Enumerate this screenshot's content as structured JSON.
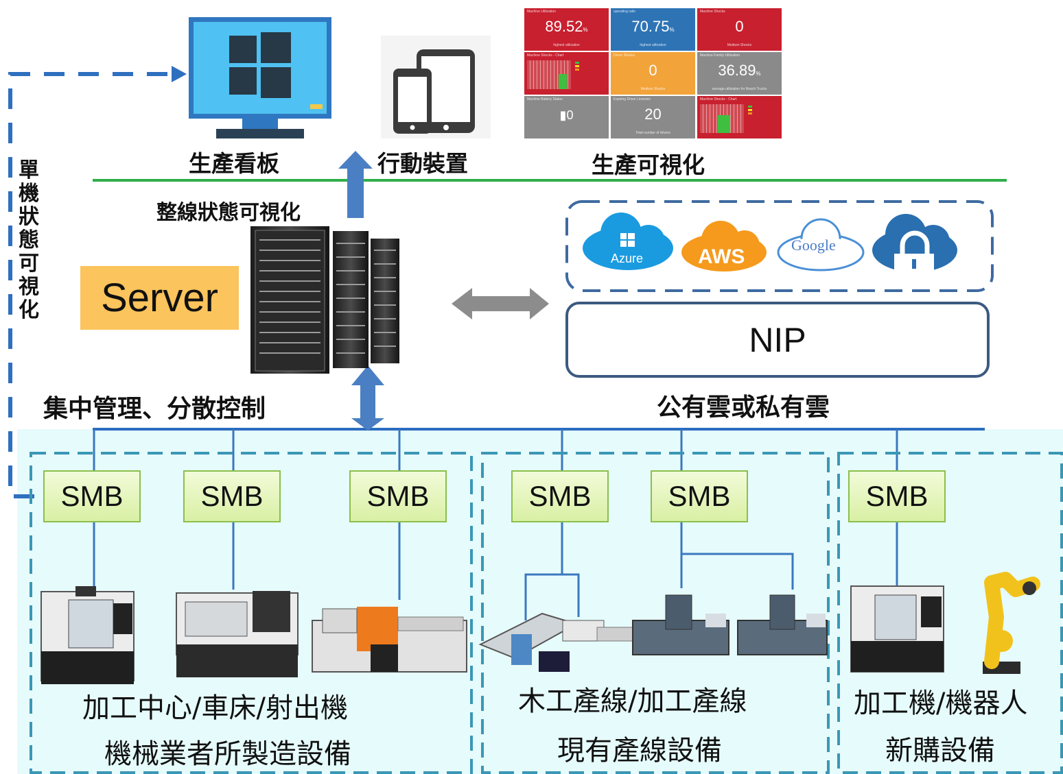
{
  "top": {
    "dashboard_board_label": "生產看板",
    "mobile_label": "行動裝置",
    "visualization_label": "生產可視化",
    "line_status_label": "整線狀態可視化"
  },
  "left_vertical_label": [
    "單",
    "機",
    "狀",
    "態",
    "可",
    "視",
    "化"
  ],
  "server": {
    "label": "Server",
    "central_label": "集中管理、分散控制"
  },
  "cloud": {
    "logos": [
      "Azure",
      "AWS",
      "Google"
    ],
    "nip_label": "NIP",
    "caption": "公有雲或私有雲"
  },
  "dashboard_tiles": [
    {
      "title": "Machine Utilization",
      "value": "89.52",
      "unit": "%",
      "sub": "highest utilization",
      "color": "#c8202f"
    },
    {
      "title": "operating ratio",
      "value": "70.75",
      "unit": "%",
      "sub": "highest utilization",
      "color": "#2e74b5"
    },
    {
      "title": "Machine Shocks",
      "value": "0",
      "unit": "",
      "sub": "Medium Shocks",
      "color": "#c8202f"
    },
    {
      "title": "Machine Shocks - Chart",
      "value": "",
      "unit": "",
      "sub": "",
      "color": "#c8202f"
    },
    {
      "title": "Driver Shocks",
      "value": "0",
      "unit": "",
      "sub": "Medium Shocks",
      "color": "#f2a33a"
    },
    {
      "title": "Machine Family Utilization",
      "value": "36.89",
      "unit": "%",
      "sub": "average utilization for Reach Trucks",
      "color": "#8a8a8a"
    },
    {
      "title": "Machine Battery Status",
      "value": "0",
      "unit": "",
      "sub": "",
      "color": "#8a8a8a"
    },
    {
      "title": "Expiring Driver Licenses",
      "value": "20",
      "unit": "",
      "sub": "Total number of drivers",
      "color": "#8a8a8a"
    },
    {
      "title": "Machine Shocks - Chart",
      "value": "",
      "unit": "",
      "sub": "",
      "color": "#c8202f"
    }
  ],
  "smb_label": "SMB",
  "groups": [
    {
      "equipment": "加工中心/車床/射出機",
      "caption": "機械業者所製造設備"
    },
    {
      "equipment": "木工產線/加工產線",
      "caption": "現有產線設備"
    },
    {
      "equipment": "加工機/機器人",
      "caption": "新購設備"
    }
  ]
}
